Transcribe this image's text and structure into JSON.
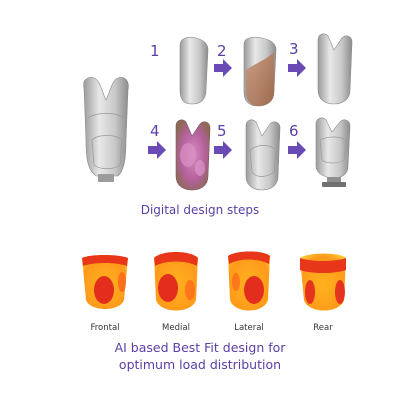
{
  "figure": {
    "steps_caption": "Digital design steps",
    "steps": [
      {
        "number": "1"
      },
      {
        "number": "2"
      },
      {
        "number": "3"
      },
      {
        "number": "4"
      },
      {
        "number": "5"
      },
      {
        "number": "6"
      }
    ],
    "views": [
      "Frontal",
      "Medial",
      "Lateral",
      "Rear"
    ],
    "ai_caption_line1": "AI based Best Fit design for",
    "ai_caption_line2": "optimum load distribution",
    "colors": {
      "accent": "#5b3ea6",
      "arrow": "#6a4bb6",
      "socket_grey": "#c9c9c9",
      "scan_brown": "#b07a5f",
      "scan_magenta": "#c05aa8",
      "heat_red": "#e02020",
      "heat_orange": "#ff7a1a",
      "heat_yellow": "#ffd23a"
    }
  }
}
